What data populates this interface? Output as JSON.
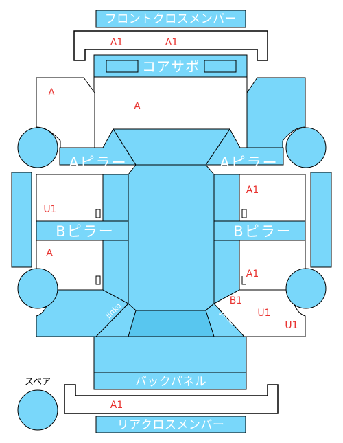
{
  "colors": {
    "panel": "#79d7fa",
    "panel_dark": "#58c6ef",
    "stroke": "#000000",
    "code": "#e8322f",
    "label": "#ffffff"
  },
  "labels": {
    "front_cross_member": "フロントクロスメンバー",
    "radiator_support": "コアサポ",
    "a_pillar_left": "Aピラー",
    "a_pillar_right": "Aピラー",
    "b_pillar_left": "Bピラー",
    "b_pillar_right": "Bピラー",
    "back_panel": "バックパネル",
    "rear_cross_member": "リアクロスメンバー",
    "spare": "スペア",
    "tire_house_left": "Jinko",
    "tire_house_right": "Jinko"
  },
  "codes": {
    "front_member_left": "A1",
    "front_member_right": "A1",
    "fender_left": "A",
    "hood": "A",
    "front_door_left": "U1",
    "front_door_right": "A1",
    "rear_door_left": "A",
    "rear_door_right": "A1",
    "quarter_b1": "B1",
    "quarter_u1_upper": "U1",
    "quarter_u1_lower": "U1",
    "rear_member": "A1"
  }
}
